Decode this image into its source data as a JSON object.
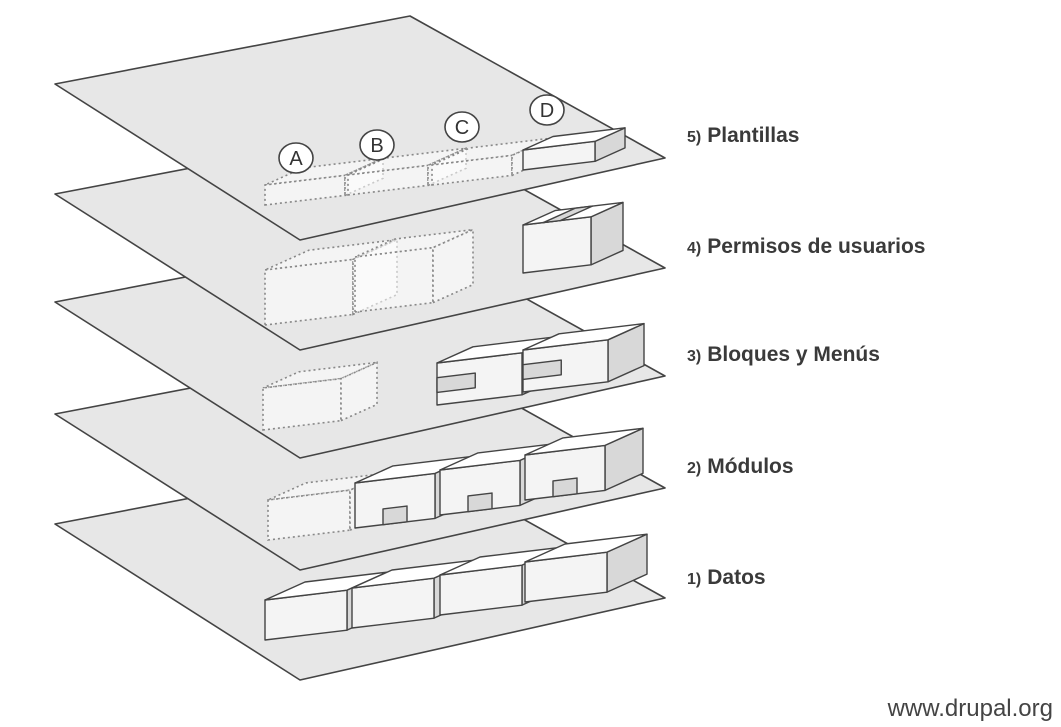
{
  "layers": [
    {
      "number": "5)",
      "name": "Plantillas"
    },
    {
      "number": "4)",
      "name": "Permisos de usuarios"
    },
    {
      "number": "3)",
      "name": "Bloques y Menús"
    },
    {
      "number": "2)",
      "name": "Módulos"
    },
    {
      "number": "1)",
      "name": "Datos"
    }
  ],
  "template_markers": [
    "A",
    "B",
    "C",
    "D"
  ],
  "watermark": "www.drupal.org"
}
